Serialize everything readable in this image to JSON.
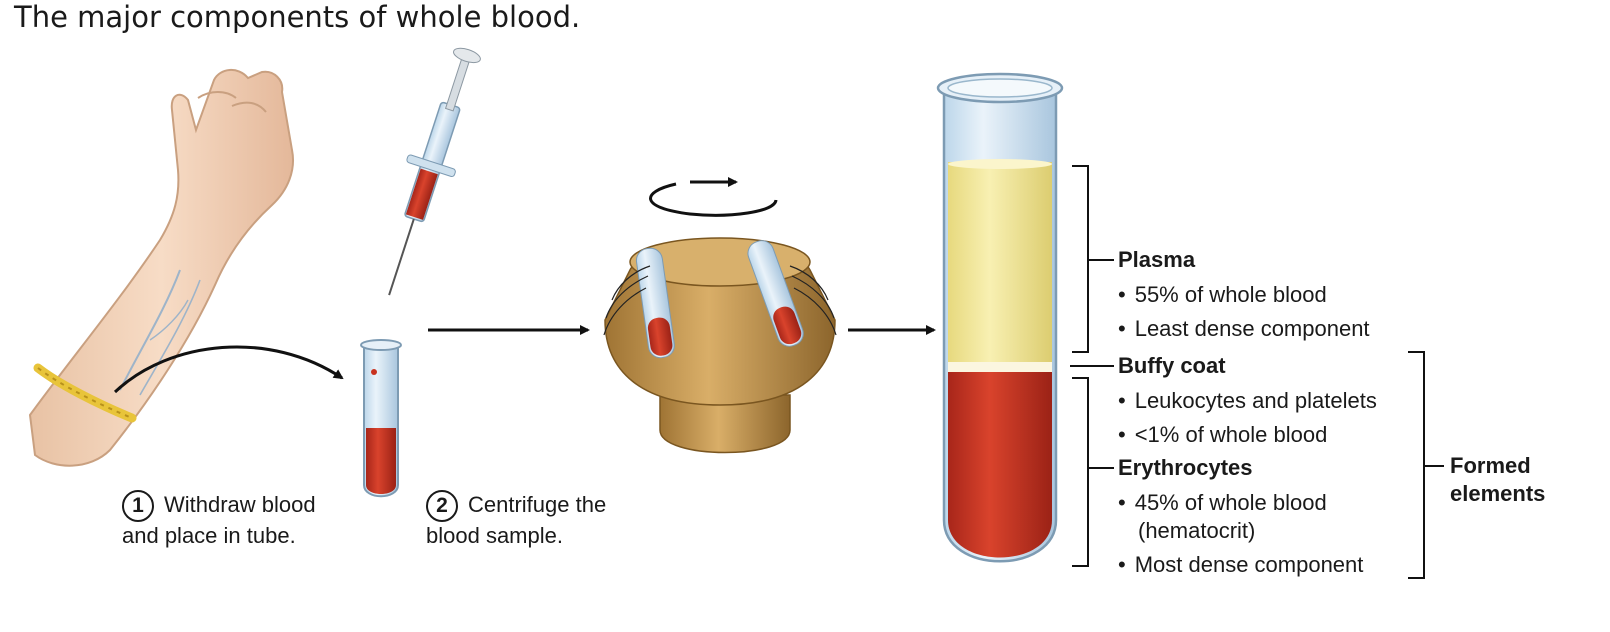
{
  "title": "The major components of whole blood.",
  "steps": [
    {
      "number": "1",
      "line1": "Withdraw blood",
      "line2": "and place in tube."
    },
    {
      "number": "2",
      "line1": "Centrifuge the",
      "line2": "blood sample."
    }
  ],
  "components": {
    "plasma": {
      "name": "Plasma",
      "facts": [
        "55% of whole blood",
        "Least dense component"
      ]
    },
    "buffy_coat": {
      "name": "Buffy coat",
      "facts": [
        "Leukocytes and platelets",
        "<1% of whole blood"
      ]
    },
    "erythrocytes": {
      "name": "Erythrocytes",
      "facts": [
        "45% of whole blood",
        "(hematocrit)",
        "Most dense component"
      ]
    }
  },
  "formed_elements": {
    "line1": "Formed",
    "line2": "elements"
  },
  "colors": {
    "plasma": "#f2e89a",
    "blood": "#c8321f",
    "buffy": "#fbf6e0",
    "tube_glass": "#d6e8f5",
    "skin": "#f2d2b6",
    "centrifuge": "#c89a52"
  }
}
